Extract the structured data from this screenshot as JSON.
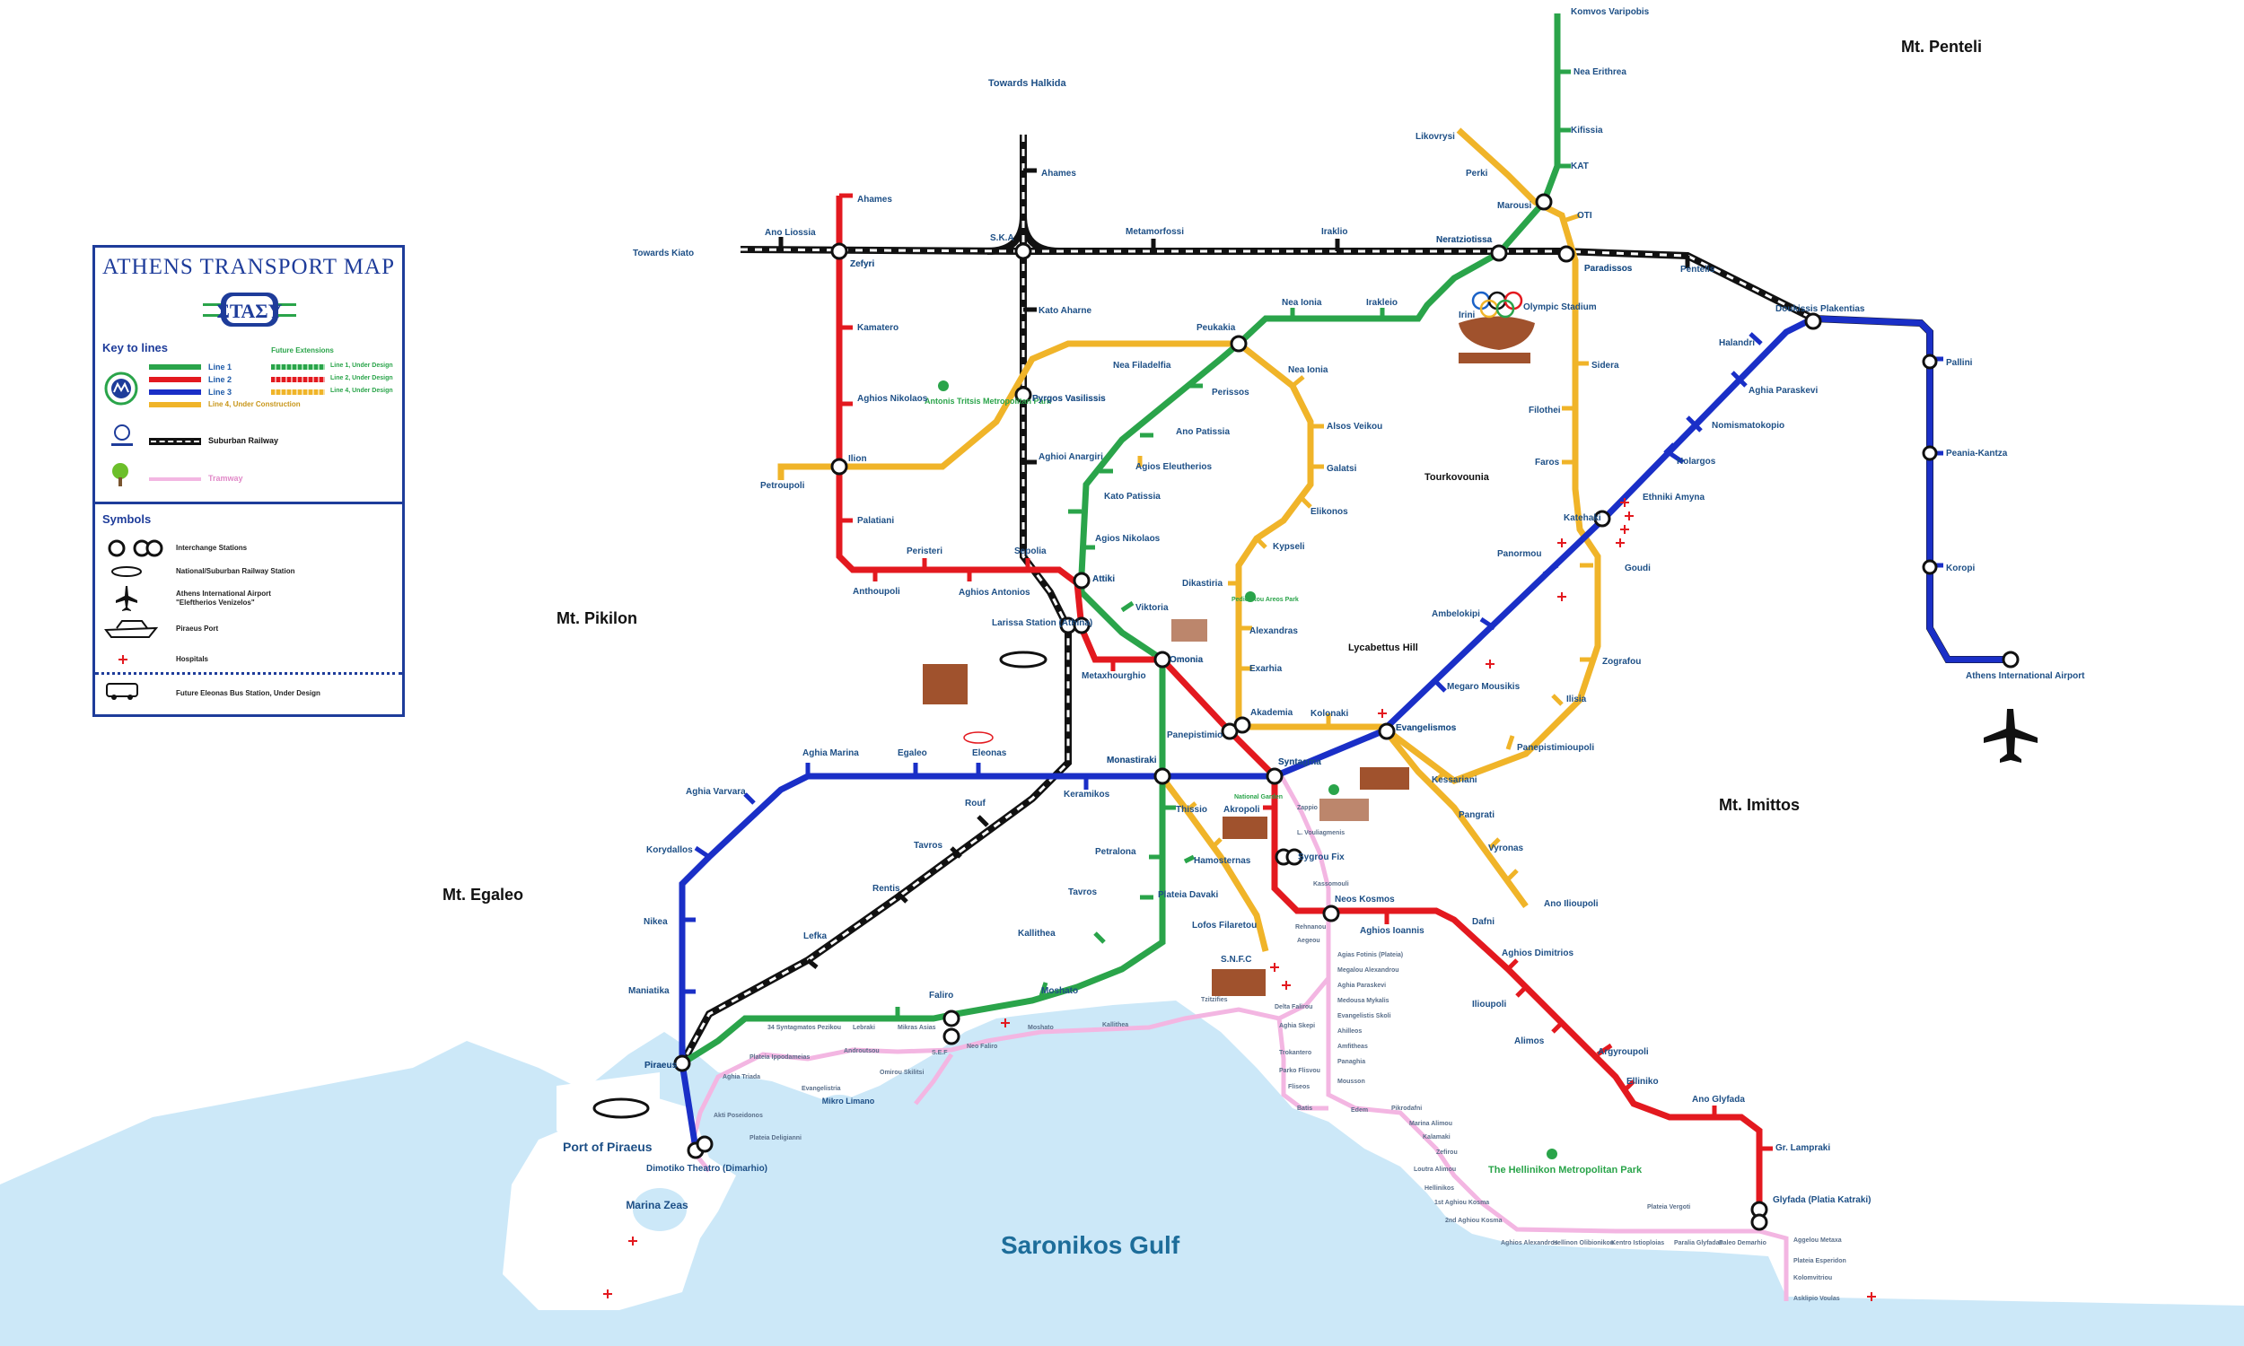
{
  "legend": {
    "title": "ATHENS TRANSPORT MAP",
    "logo_text": "ΣΤΑΣΥ",
    "key_to_lines": "Key to lines",
    "future_extensions": "Future Extensions",
    "line1": "Line 1",
    "line2": "Line 2",
    "line3": "Line 3",
    "line1_future": "Line 1, Under Design",
    "line2_future": "Line 2, Under Design",
    "line4_future": "Line 4, Under Design",
    "line4_construction": "Line 4, Under Construction",
    "suburban": "Suburban Railway",
    "tramway": "Tramway",
    "symbols": "Symbols",
    "interchange": "Interchange Stations",
    "rail_station": "National/Suburban Railway Station",
    "airport_line1": "Athens International Airport",
    "airport_line2": "\"Eleftherios Venizelos\"",
    "port": "Piraeus Port",
    "hospitals": "Hospitals",
    "bus_station": "Future Eleonas Bus Station, Under Design"
  },
  "colors": {
    "line1": "#2aa44a",
    "line2": "#e3191f",
    "line3": "#1a2fc7",
    "line4": "#f0b429",
    "tram": "#f3b6e2",
    "suburban": "#111111",
    "sea": "#cce8f8",
    "legend_border": "#1e3c9a"
  },
  "regions": {
    "penteli": "Mt. Penteli",
    "pikilon": "Mt. Pikilon",
    "egaleo": "Mt. Egaleo",
    "imittos": "Mt. Imittos",
    "gulf": "Saronikos Gulf",
    "tourkovounia": "Tourkovounia",
    "lycabettus": "Lycabettus Hill",
    "port_of_piraeus": "Port of Piraeus",
    "marina_zeas": "Marina Zeas",
    "mikro_limano": "Mikro Limano",
    "towards_halkida": "Towards Halkida",
    "towards_kiato": "Towards Kiato",
    "antonis_tritsis": "Antonis Tritsis Metropolitan Park",
    "hellinikon_park": "The Hellinikon Metropolitan Park",
    "olympic_stadium": "Olympic Stadium",
    "national_garden": "National Garden",
    "pedion_areos": "Pedion tou Areos Park"
  },
  "stations": {
    "l1": [
      "Kifissia",
      "KAT",
      "Marousi",
      "Nea Ionia",
      "Irakleio",
      "Irini",
      "Neratziotissa",
      "Peukakia",
      "Perissos",
      "Ano Patissia",
      "Agios Eleutherios",
      "Kato Patissia",
      "Agios Nikolaos",
      "Attiki",
      "Viktoria",
      "Omonia",
      "Monastiraki",
      "Thissio",
      "Petralona",
      "Tavros",
      "Kallithea",
      "Moshato",
      "Faliro",
      "Piraeus"
    ],
    "l1_future": [
      "Nea Erithrea",
      "Komvos Varipobis"
    ],
    "l2": [
      "Ahames",
      "Kamatero",
      "Aghios Nikolaos",
      "Ilion",
      "Palatiani",
      "Anthoupoli",
      "Peristeri",
      "Aghios Antonios",
      "Sepolia",
      "Attiki",
      "Larissa Station (Athina)",
      "Metaxhourghio",
      "Omonia",
      "Panepistimio",
      "Syntagma",
      "Akropoli",
      "Sygrou Fix",
      "Neos Kosmos",
      "Aghios Ioannis",
      "Dafni",
      "Aghios Dimitrios",
      "Ilioupoli",
      "Alimos",
      "Argyroupoli",
      "Elliniko"
    ],
    "l2_future": [
      "Zefyri",
      "Ano Glyfada",
      "Gr. Lampraki",
      "Glyfada (Platia Katraki)"
    ],
    "l3": [
      "Doukissis Plakentias",
      "Halandri",
      "Aghia Paraskevi",
      "Nomismatokopio",
      "Holargos",
      "Ethniki Amyna",
      "Katehaki",
      "Panormou",
      "Ambelokipi",
      "Megaro Mousikis",
      "Evangelismos",
      "Syntagma",
      "Monastiraki",
      "Keramikos",
      "Eleonas",
      "Egaleo",
      "Aghia Marina",
      "Aghia Varvara",
      "Korydallos",
      "Nikea",
      "Maniatika",
      "Piraeus",
      "Dimotiko Theatro (Dimarhio)",
      "Pallini",
      "Peania-Kantza",
      "Koropi",
      "Athens International Airport"
    ],
    "l4": [
      "Alsos Veikou",
      "Galatsi",
      "Elikonos",
      "Kypseli",
      "Dikastiria",
      "Alexandras",
      "Exarhia",
      "Akademia",
      "Kolonaki",
      "Evangelismos",
      "Kessariani",
      "Pangrati",
      "Vyronas",
      "Ano Ilioupoli",
      "Panepistimioupoli",
      "Ilisia",
      "Zografou",
      "Goudi",
      "Nea Ionia",
      "Sidera",
      "Filothei",
      "Faros",
      "Paradissos",
      "OTI",
      "Perki",
      "Likovrysi",
      "Petroupoli",
      "Nea Filadelfia",
      "Pyrgos Vasilissis",
      "Hamosternas",
      "Plateia Davaki",
      "Lofos Filaretou",
      "S.N.F.C"
    ],
    "suburban": [
      "Ano Liossia",
      "Zefyri",
      "S.K.A",
      "Metamorfossi",
      "Iraklio",
      "Neratziotissa",
      "Paradissos",
      "Pentelis",
      "Ahames",
      "Kato Aharne",
      "Pyrgos Vasilissis",
      "Aghioi Anargiri",
      "Rouf",
      "Tavros",
      "Rentis",
      "Lefka"
    ],
    "tram": [
      "Zappio",
      "L. Vouliagmenis",
      "Kassomouli",
      "Rehnanou",
      "Aegeou",
      "Agias Fotinis (Plateia)",
      "Megalou Alexandrou",
      "Aghia Paraskevi",
      "Medousa Mykalis",
      "Evangelistis Skoli",
      "Ahilleos",
      "Amfitheas",
      "Panaghia",
      "Mousson",
      "Edem",
      "Batis",
      "Fliseos",
      "Parko Flisvou",
      "Trokantero",
      "Aghia Skepi",
      "Delta Falirou",
      "Tzitzifies",
      "Moshato",
      "Kallithea",
      "Neo Faliro",
      "S.E.F",
      "Mikras Asias",
      "Lebraki",
      "Androutsou",
      "Omirou Skilitsi",
      "Evangelistria",
      "34 Syntagmatos Pezikou",
      "Plateia Ippodameias",
      "Aghia Triada",
      "Akti Poseidonos",
      "Plateia Deligianni",
      "Pikrodafni",
      "Marina Alimou",
      "Kalamaki",
      "Zefirou",
      "Loutra Alimou",
      "Hellinikos",
      "1st Aghiou Kosma",
      "2nd Aghiou Kosma",
      "Aghios Alexandros",
      "Hellinon Olibionikon",
      "Kentro Istioploias",
      "Plateia Vergoti",
      "Paralia Glyfadas",
      "Paleo Demarhio",
      "Aggelou Metaxa",
      "Plateia Esperidon",
      "Kolomvitriou",
      "Asklipio Voulas"
    ]
  }
}
